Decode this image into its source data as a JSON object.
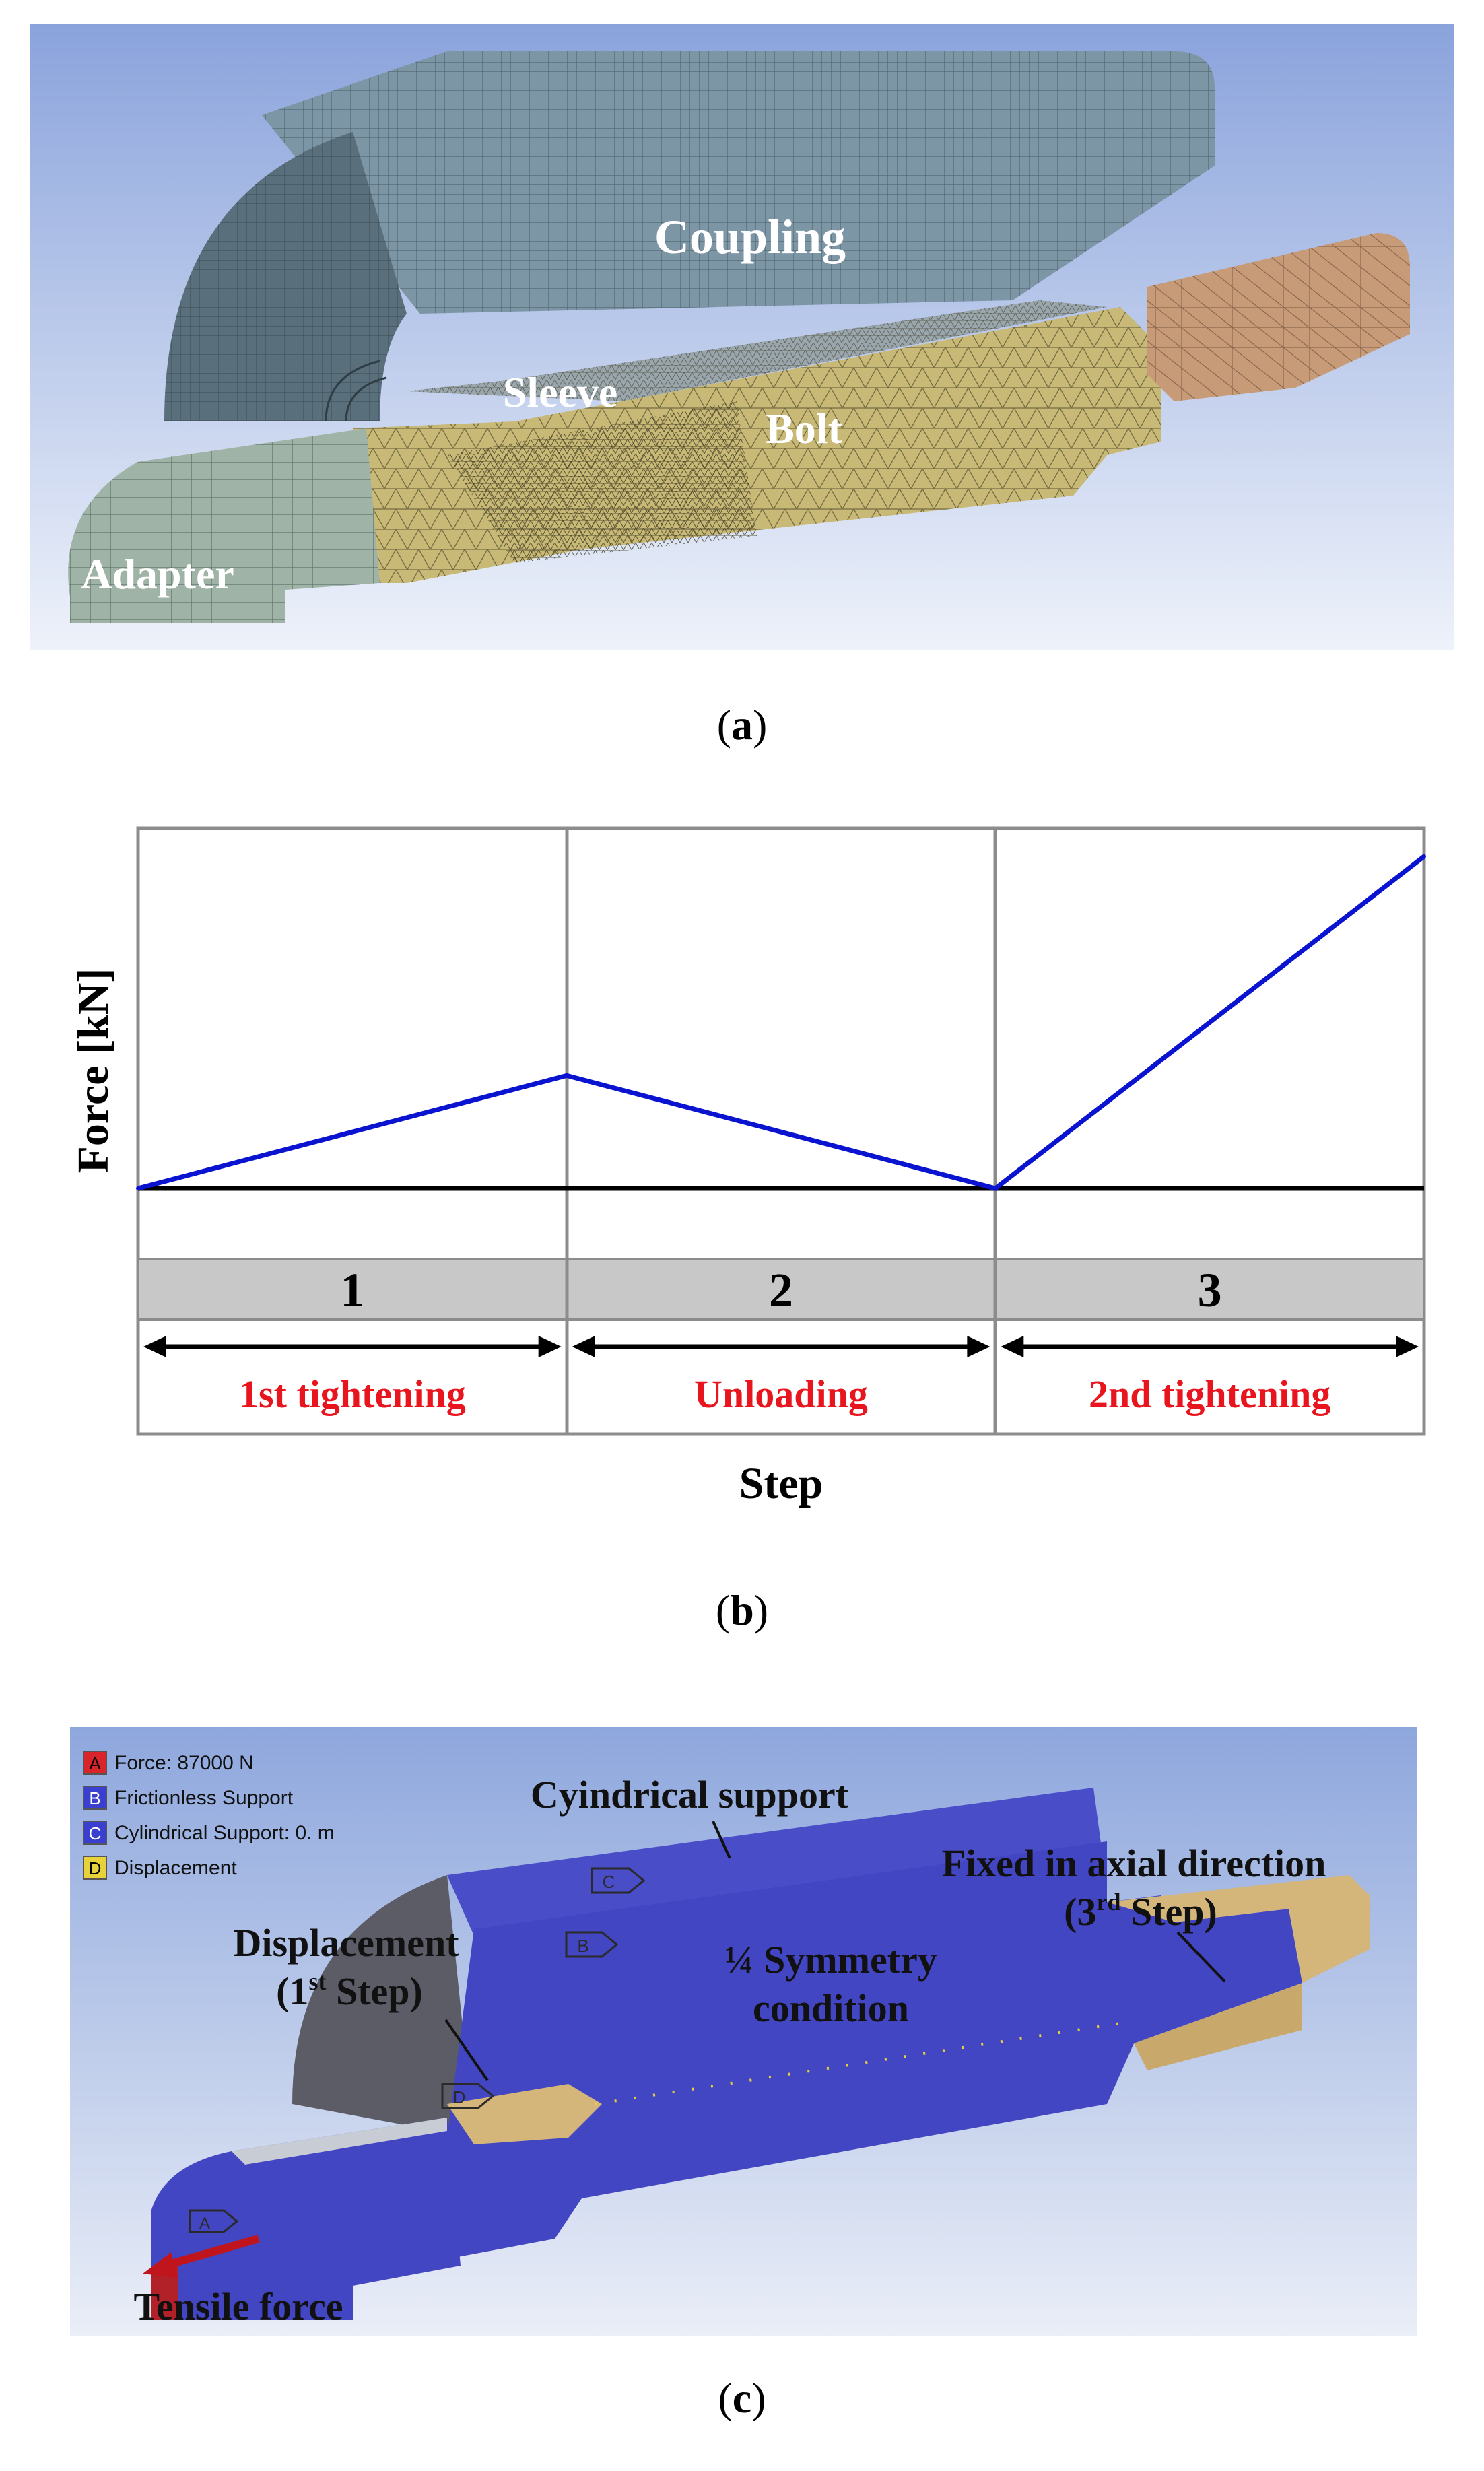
{
  "panel_a": {
    "labels": {
      "coupling": "Coupling",
      "sleeve": "Sleeve",
      "bolt": "Bolt",
      "adapter": "Adapter"
    },
    "caption_letter": "a",
    "colors": {
      "background_top": "#8aa3dc",
      "background_bottom": "#eef2fa",
      "coupling": "#6b8595",
      "bolt": "#c9b977",
      "adapter": "#9fb3a6",
      "nut": "#c79a78"
    }
  },
  "panel_b": {
    "ylabel": "Force [kN]",
    "xlabel": "Step",
    "steps": [
      {
        "number": "1",
        "label": "1st tightening"
      },
      {
        "number": "2",
        "label": "Unloading"
      },
      {
        "number": "3",
        "label": "2nd tightening"
      }
    ],
    "caption_letter": "b",
    "colors": {
      "load_line": "#0a14d0",
      "step_bar": "#c8c8c8",
      "step_label": "#e8141e"
    }
  },
  "chart_data": {
    "type": "line",
    "x": [
      0,
      1,
      2,
      3
    ],
    "series": [
      {
        "values": [
          0,
          0.34,
          0,
          1.0
        ]
      }
    ],
    "xlabel": "Step",
    "ylabel": "Force [kN]",
    "xlim": [
      0,
      3
    ],
    "ylim": [
      -0.25,
      1.05
    ],
    "grid": false,
    "baseline": 0
  },
  "panel_c": {
    "legend": [
      {
        "key": "A",
        "text": "Force: 87000 N",
        "color": "#d9242a"
      },
      {
        "key": "B",
        "text": "Frictionless Support",
        "color": "#3a3fd0"
      },
      {
        "key": "C",
        "text": "Cylindrical Support: 0. m",
        "color": "#3a3fd0"
      },
      {
        "key": "D",
        "text": "Displacement",
        "color": "#e8d23a"
      }
    ],
    "annotations": {
      "cylindrical": "Cyindrical support",
      "fixed_line1": "Fixed in axial direction",
      "fixed_line2_pre": "(3",
      "fixed_line2_sup": "rd",
      "fixed_line2_post": " Step)",
      "displacement_line1": "Displacement",
      "displacement_line2_pre": "(1",
      "displacement_line2_sup": "st",
      "displacement_line2_post": " Step)",
      "symmetry_line1": "¼ Symmetry",
      "symmetry_line2": "condition",
      "tensile": "Tensile force"
    },
    "tags": {
      "a": "A",
      "b": "B",
      "c": "C",
      "d": "D"
    },
    "caption_letter": "c",
    "colors": {
      "background": "#8ea7dd",
      "body": "#4346c2",
      "face": "#5c5c66",
      "gold": "#d4b57a"
    }
  }
}
